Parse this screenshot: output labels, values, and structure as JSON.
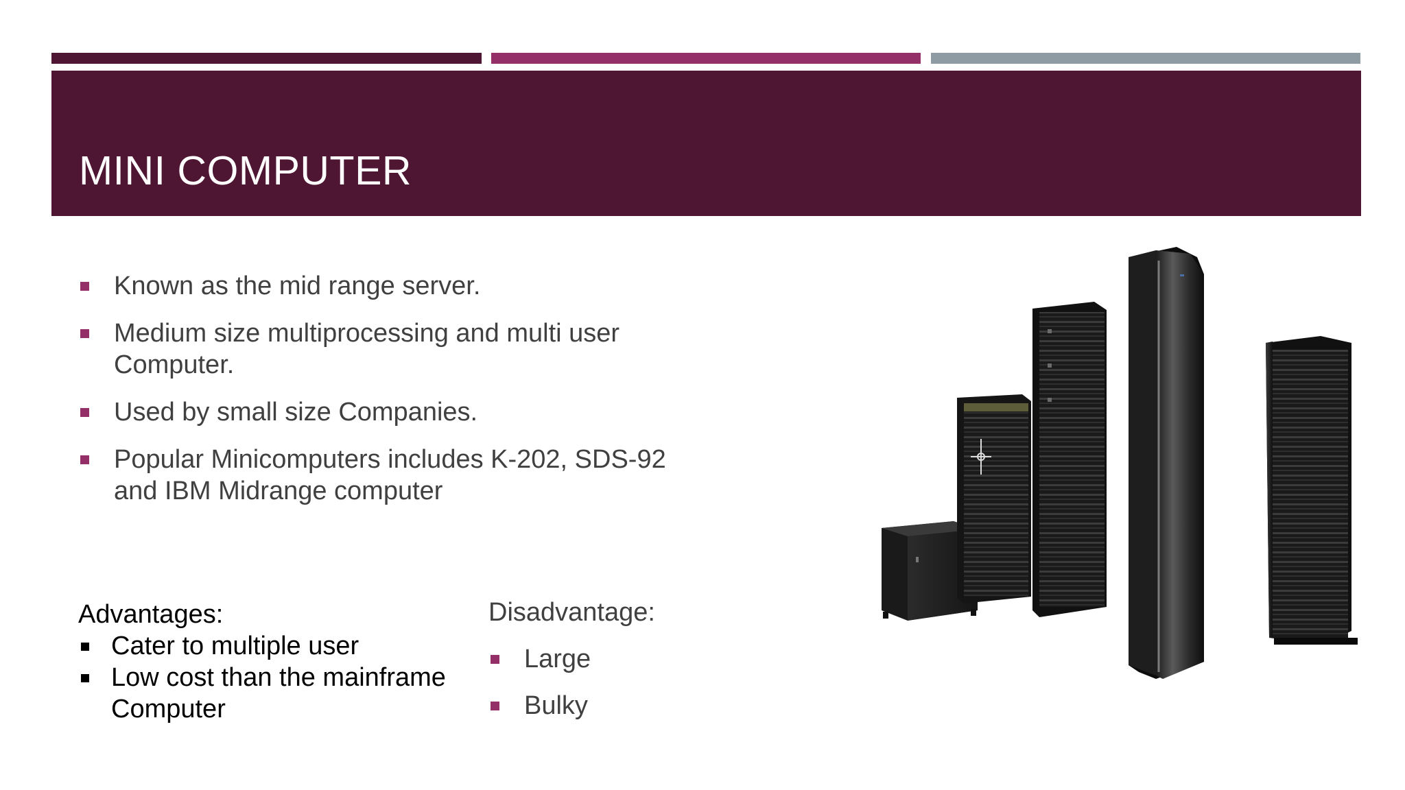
{
  "slide": {
    "title": "MINI COMPUTER",
    "bullets": [
      "Known as the mid range server.",
      "Medium size multiprocessing and multi user Computer.",
      "Used by small size Companies.",
      "Popular Minicomputers includes K-202, SDS-92 and IBM Midrange computer"
    ],
    "advantages": {
      "heading": "Advantages:",
      "items": [
        "Cater to multiple user",
        "Low cost than the mainframe Computer"
      ]
    },
    "disadvantages": {
      "heading": "Disadvantage:",
      "items": [
        "Large",
        "Bulky"
      ]
    },
    "image": {
      "subject": "server-cabinets-photo"
    }
  },
  "colors": {
    "title_band": "#4e1633",
    "accent_bar_1": "#4e1633",
    "accent_bar_2": "#952f67",
    "accent_bar_3": "#8f9ba2",
    "bullet_marker": "#952f67",
    "body_text": "#404040"
  }
}
